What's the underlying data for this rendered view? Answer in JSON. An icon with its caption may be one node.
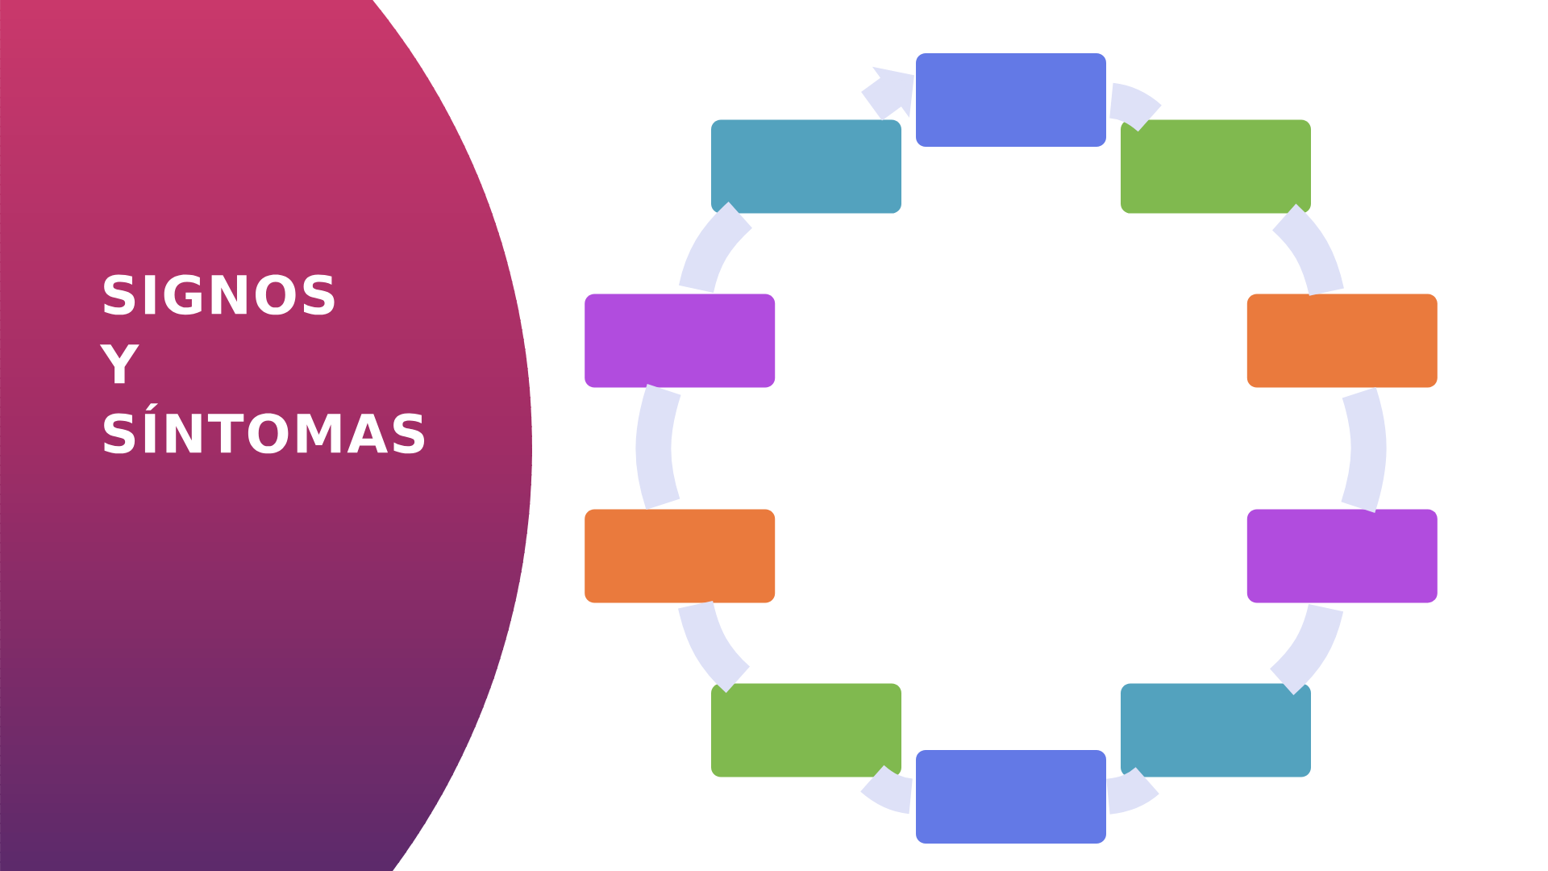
{
  "diagram": {
    "title": "SIGNOS Y SÍNTOMAS",
    "nodes": [
      {
        "text": [],
        "shape": "box"
      },
      {
        "text": [],
        "shape": "box"
      },
      {
        "text": [],
        "shape": "box"
      },
      {
        "text": [],
        "shape": "box"
      },
      {
        "text": [],
        "shape": "box"
      },
      {
        "text": [],
        "shape": "box"
      },
      {
        "text": [],
        "shape": "box"
      },
      {
        "text": [],
        "shape": "box"
      },
      {
        "text": [],
        "shape": "box"
      },
      {
        "text": [],
        "shape": "box"
      }
    ],
    "edges": [
      {
        "from": 0,
        "to": 1,
        "arrow": "none"
      },
      {
        "from": 1,
        "to": 2,
        "arrow": "none"
      },
      {
        "from": 2,
        "to": 3,
        "arrow": "none"
      },
      {
        "from": 3,
        "to": 4,
        "arrow": "none"
      },
      {
        "from": 4,
        "to": 5,
        "arrow": "none"
      },
      {
        "from": 5,
        "to": 6,
        "arrow": "none"
      },
      {
        "from": 6,
        "to": 7,
        "arrow": "none"
      },
      {
        "from": 7,
        "to": 8,
        "arrow": "none"
      },
      {
        "from": 8,
        "to": 9,
        "arrow": "none"
      },
      {
        "from": 9,
        "to": 0,
        "arrow": "to"
      }
    ]
  }
}
